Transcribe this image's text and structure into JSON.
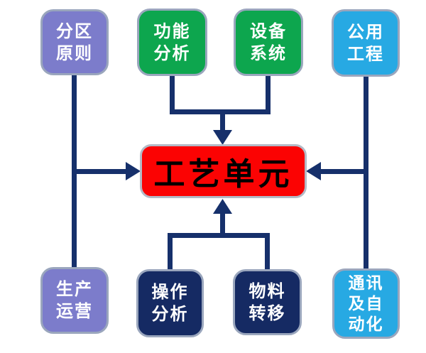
{
  "diagram": {
    "background": "#ffffff",
    "connector_color": "#16306B",
    "center_node": {
      "label": "工艺单元",
      "bg": "#FB0303",
      "text_color": "#000000"
    },
    "nodes": [
      {
        "id": "zoning-principles",
        "lines": [
          "分区",
          "原则"
        ],
        "bg": "#7C7CCB",
        "position": "top-left"
      },
      {
        "id": "functional-analysis",
        "lines": [
          "功能",
          "分析"
        ],
        "bg": "#0DA64E",
        "position": "top-center-left"
      },
      {
        "id": "equipment-system",
        "lines": [
          "设备",
          "系统"
        ],
        "bg": "#0DA64E",
        "position": "top-center-right"
      },
      {
        "id": "public-utilities",
        "lines": [
          "公用",
          "工程"
        ],
        "bg": "#27A9E3",
        "position": "top-right"
      },
      {
        "id": "production-operation",
        "lines": [
          "生产",
          "运营"
        ],
        "bg": "#7C7CCB",
        "position": "bottom-left"
      },
      {
        "id": "operation-analysis",
        "lines": [
          "操作",
          "分析"
        ],
        "bg": "#152A63",
        "position": "bottom-center-left"
      },
      {
        "id": "material-transfer",
        "lines": [
          "物料",
          "转移"
        ],
        "bg": "#152A63",
        "position": "bottom-center-right"
      },
      {
        "id": "communication-automation",
        "lines": [
          "通讯",
          "及自",
          "动化"
        ],
        "bg": "#27A9E3",
        "position": "bottom-right"
      }
    ]
  }
}
